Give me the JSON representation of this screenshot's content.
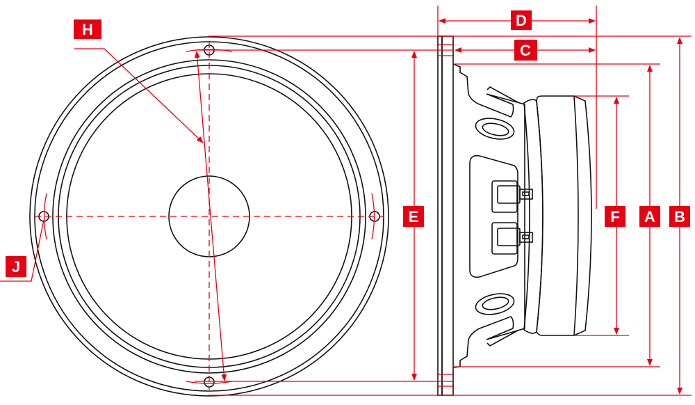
{
  "labels": {
    "A": "A",
    "B": "B",
    "C": "C",
    "D": "D",
    "E": "E",
    "F": "F",
    "H": "H",
    "J": "J"
  },
  "colors": {
    "dimension": "#e60012",
    "outline": "#111111",
    "label_text": "#ffffff"
  }
}
